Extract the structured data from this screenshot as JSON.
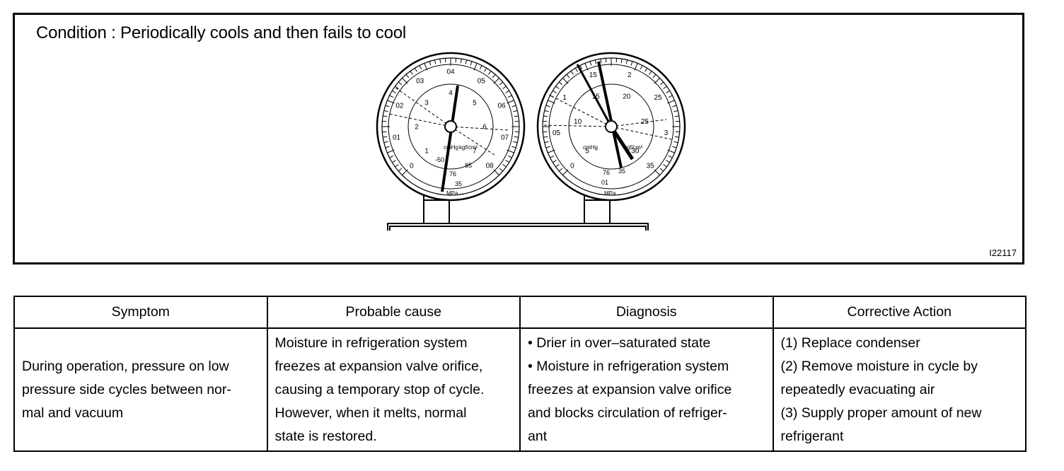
{
  "figure": {
    "condition": "Condition : Periodically cools and then fails to cool",
    "figure_id": "I22117",
    "low_gauge": {
      "outer_labels": [
        "0",
        "01",
        "02",
        "03",
        "04",
        "05",
        "06",
        "07",
        "08"
      ],
      "inner_labels": [
        "1",
        "2",
        "3",
        "4",
        "5",
        "6",
        "7"
      ],
      "unit_labels": [
        "cmHg",
        "kgf/cm²",
        "MPa",
        "76",
        "85",
        "35",
        "-50"
      ]
    },
    "high_gauge": {
      "outer_labels": [
        "0",
        "05",
        "1",
        "15",
        "2",
        "25",
        "3",
        "35"
      ],
      "inner_labels": [
        "5",
        "10",
        "15",
        "20",
        "25",
        "30"
      ],
      "unit_labels": [
        "cmHg",
        "kgf/cm²",
        "MPa",
        "76",
        "35",
        "01"
      ]
    }
  },
  "table": {
    "headers": [
      "Symptom",
      "Probable cause",
      "Diagnosis",
      "Corrective Action"
    ],
    "symptom": [
      "During operation, pressure on low",
      "pressure side cycles between nor-",
      "mal and vacuum"
    ],
    "probable_cause": [
      "Moisture in refrigeration system",
      "freezes at expansion valve orifice,",
      "causing a temporary stop of cycle.",
      "However, when it melts, normal",
      "state is restored."
    ],
    "diagnosis": [
      "• Drier in over–saturated state",
      "• Moisture in refrigeration system",
      "freezes at expansion valve orifice",
      "and blocks circulation of refriger-",
      "ant"
    ],
    "corrective_action": [
      "(1) Replace condenser",
      "(2) Remove moisture in cycle by",
      "repeatedly evacuating air",
      "(3) Supply proper amount of new",
      "refrigerant"
    ]
  }
}
